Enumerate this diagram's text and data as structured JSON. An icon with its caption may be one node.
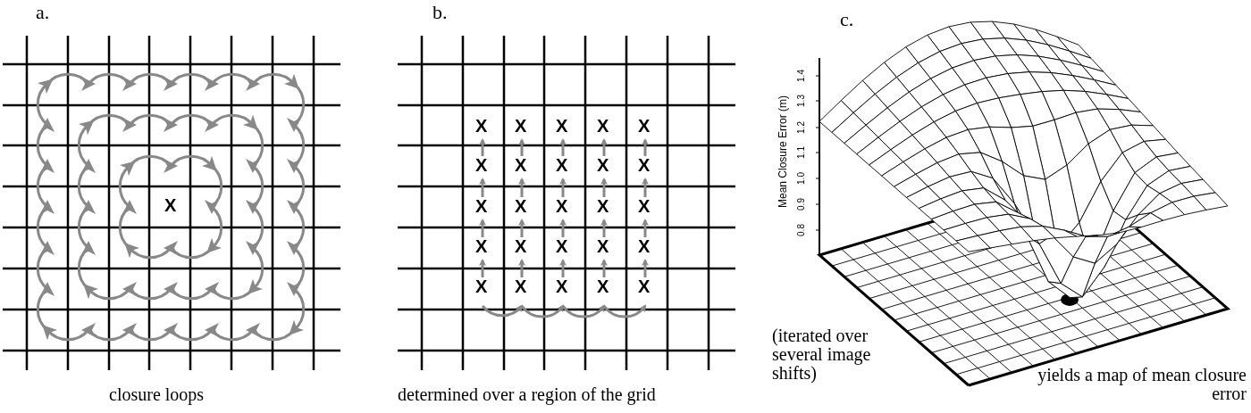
{
  "diagram": {
    "labels": [
      "a.",
      "X",
      "closure loops",
      "b.",
      "X",
      "X",
      "X",
      "X",
      "X",
      "X",
      "X",
      "X",
      "X",
      "X",
      "X",
      "X",
      "X",
      "X",
      "X",
      "X",
      "X",
      "X",
      "X",
      "X",
      "X",
      "X",
      "X",
      "X",
      "X",
      "determined over a region of the grid",
      "c.",
      "Mean Closure Error (m)",
      "1.4",
      "1.3",
      "1.2",
      "1.1",
      "1.0",
      "0.9",
      "0.8",
      "(iterated over several image shifts)",
      "yields a map of mean closure error"
    ]
  }
}
